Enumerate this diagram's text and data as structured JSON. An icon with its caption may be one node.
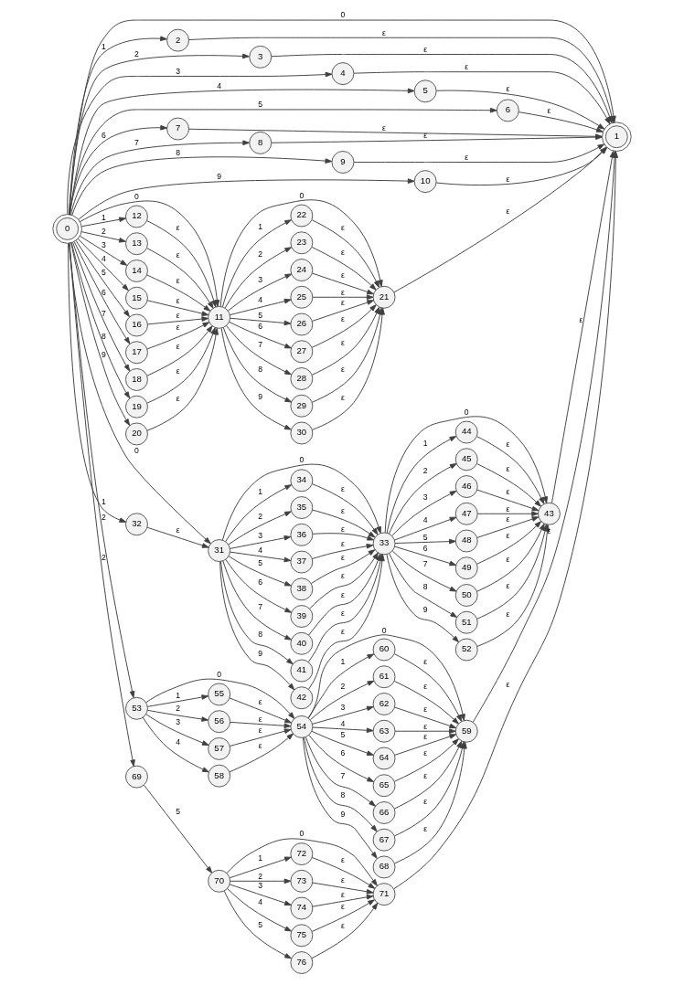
{
  "diagram": {
    "nodes": [
      {
        "text": [
          "0"
        ]
      },
      {
        "text": [
          "1"
        ]
      },
      {
        "text": [
          "2"
        ]
      },
      {
        "text": [
          "3"
        ]
      },
      {
        "text": [
          "4"
        ]
      },
      {
        "text": [
          "5"
        ]
      },
      {
        "text": [
          "6"
        ]
      },
      {
        "text": [
          "7"
        ]
      },
      {
        "text": [
          "8"
        ]
      },
      {
        "text": [
          "9"
        ]
      },
      {
        "text": [
          "10"
        ]
      },
      {
        "text": [
          "11"
        ]
      },
      {
        "text": [
          "12"
        ]
      },
      {
        "text": [
          "13"
        ]
      },
      {
        "text": [
          "14"
        ]
      },
      {
        "text": [
          "15"
        ]
      },
      {
        "text": [
          "16"
        ]
      },
      {
        "text": [
          "17"
        ]
      },
      {
        "text": [
          "18"
        ]
      },
      {
        "text": [
          "19"
        ]
      },
      {
        "text": [
          "20"
        ]
      },
      {
        "text": [
          "21"
        ]
      },
      {
        "text": [
          "22"
        ]
      },
      {
        "text": [
          "23"
        ]
      },
      {
        "text": [
          "24"
        ]
      },
      {
        "text": [
          "25"
        ]
      },
      {
        "text": [
          "26"
        ]
      },
      {
        "text": [
          "27"
        ]
      },
      {
        "text": [
          "28"
        ]
      },
      {
        "text": [
          "29"
        ]
      },
      {
        "text": [
          "30"
        ]
      },
      {
        "text": [
          "31"
        ]
      },
      {
        "text": [
          "32"
        ]
      },
      {
        "text": [
          "33"
        ]
      },
      {
        "text": [
          "34"
        ]
      },
      {
        "text": [
          "35"
        ]
      },
      {
        "text": [
          "36"
        ]
      },
      {
        "text": [
          "37"
        ]
      },
      {
        "text": [
          "38"
        ]
      },
      {
        "text": [
          "39"
        ]
      },
      {
        "text": [
          "40"
        ]
      },
      {
        "text": [
          "41"
        ]
      },
      {
        "text": [
          "42"
        ]
      },
      {
        "text": [
          "43"
        ]
      },
      {
        "text": [
          "44"
        ]
      },
      {
        "text": [
          "45"
        ]
      },
      {
        "text": [
          "46"
        ]
      },
      {
        "text": [
          "47"
        ]
      },
      {
        "text": [
          "48"
        ]
      },
      {
        "text": [
          "49"
        ]
      },
      {
        "text": [
          "50"
        ]
      },
      {
        "text": [
          "51"
        ]
      },
      {
        "text": [
          "52"
        ]
      },
      {
        "text": [
          "53"
        ]
      },
      {
        "text": [
          "54"
        ]
      },
      {
        "text": [
          "55"
        ]
      },
      {
        "text": [
          "56"
        ]
      },
      {
        "text": [
          "57"
        ]
      },
      {
        "text": [
          "58"
        ]
      },
      {
        "text": [
          "59"
        ]
      },
      {
        "text": [
          "60"
        ]
      },
      {
        "text": [
          "61"
        ]
      },
      {
        "text": [
          "62"
        ]
      },
      {
        "text": [
          "63"
        ]
      },
      {
        "text": [
          "64"
        ]
      },
      {
        "text": [
          "65"
        ]
      },
      {
        "text": [
          "66"
        ]
      },
      {
        "text": [
          "67"
        ]
      },
      {
        "text": [
          "68"
        ]
      },
      {
        "text": [
          "69"
        ]
      },
      {
        "text": [
          "70"
        ]
      },
      {
        "text": [
          "71"
        ]
      },
      {
        "text": [
          "72"
        ]
      },
      {
        "text": [
          "73"
        ]
      },
      {
        "text": [
          "74"
        ]
      },
      {
        "text": [
          "75"
        ]
      },
      {
        "text": [
          "76"
        ]
      }
    ],
    "edges": [
      {
        "from": 0,
        "to": 1,
        "arrow": "to",
        "label": "0"
      },
      {
        "from": 0,
        "to": 2,
        "arrow": "to",
        "label": "1"
      },
      {
        "from": 0,
        "to": 3,
        "arrow": "to",
        "label": "2"
      },
      {
        "from": 0,
        "to": 4,
        "arrow": "to",
        "label": "3"
      },
      {
        "from": 0,
        "to": 5,
        "arrow": "to",
        "label": "4"
      },
      {
        "from": 0,
        "to": 6,
        "arrow": "to",
        "label": "5"
      },
      {
        "from": 0,
        "to": 7,
        "arrow": "to",
        "label": "6"
      },
      {
        "from": 0,
        "to": 8,
        "arrow": "to",
        "label": "7"
      },
      {
        "from": 0,
        "to": 9,
        "arrow": "to",
        "label": "8"
      },
      {
        "from": 0,
        "to": 10,
        "arrow": "to",
        "label": "9"
      },
      {
        "from": 2,
        "to": 1,
        "arrow": "to",
        "label": "ε"
      },
      {
        "from": 3,
        "to": 1,
        "arrow": "to",
        "label": "ε"
      },
      {
        "from": 4,
        "to": 1,
        "arrow": "to",
        "label": "ε"
      },
      {
        "from": 5,
        "to": 1,
        "arrow": "to",
        "label": "ε"
      },
      {
        "from": 6,
        "to": 1,
        "arrow": "to",
        "label": "ε"
      },
      {
        "from": 7,
        "to": 1,
        "arrow": "to",
        "label": "ε"
      },
      {
        "from": 8,
        "to": 1,
        "arrow": "to",
        "label": "ε"
      },
      {
        "from": 9,
        "to": 1,
        "arrow": "to",
        "label": "ε"
      },
      {
        "from": 10,
        "to": 1,
        "arrow": "to",
        "label": "ε"
      },
      {
        "from": 0,
        "to": 11,
        "arrow": "to",
        "label": "0"
      },
      {
        "from": 0,
        "to": 12,
        "arrow": "to",
        "label": "1"
      },
      {
        "from": 0,
        "to": 13,
        "arrow": "to",
        "label": "2"
      },
      {
        "from": 0,
        "to": 14,
        "arrow": "to",
        "label": "3"
      },
      {
        "from": 0,
        "to": 15,
        "arrow": "to",
        "label": "4"
      },
      {
        "from": 0,
        "to": 16,
        "arrow": "to",
        "label": "5"
      },
      {
        "from": 0,
        "to": 17,
        "arrow": "to",
        "label": "6"
      },
      {
        "from": 0,
        "to": 18,
        "arrow": "to",
        "label": "7"
      },
      {
        "from": 0,
        "to": 19,
        "arrow": "to",
        "label": "8"
      },
      {
        "from": 0,
        "to": 20,
        "arrow": "to",
        "label": "9"
      },
      {
        "from": 12,
        "to": 11,
        "arrow": "to",
        "label": "ε"
      },
      {
        "from": 13,
        "to": 11,
        "arrow": "to",
        "label": "ε"
      },
      {
        "from": 14,
        "to": 11,
        "arrow": "to",
        "label": "ε"
      },
      {
        "from": 15,
        "to": 11,
        "arrow": "to",
        "label": "ε"
      },
      {
        "from": 16,
        "to": 11,
        "arrow": "to",
        "label": "ε"
      },
      {
        "from": 17,
        "to": 11,
        "arrow": "to",
        "label": "ε"
      },
      {
        "from": 18,
        "to": 11,
        "arrow": "to",
        "label": "ε"
      },
      {
        "from": 19,
        "to": 11,
        "arrow": "to",
        "label": "ε"
      },
      {
        "from": 20,
        "to": 11,
        "arrow": "to",
        "label": "ε"
      },
      {
        "from": 11,
        "to": 21,
        "arrow": "to",
        "label": "0"
      },
      {
        "from": 11,
        "to": 22,
        "arrow": "to",
        "label": "1"
      },
      {
        "from": 11,
        "to": 23,
        "arrow": "to",
        "label": "2"
      },
      {
        "from": 11,
        "to": 24,
        "arrow": "to",
        "label": "3"
      },
      {
        "from": 11,
        "to": 25,
        "arrow": "to",
        "label": "4"
      },
      {
        "from": 11,
        "to": 26,
        "arrow": "to",
        "label": "5"
      },
      {
        "from": 11,
        "to": 27,
        "arrow": "to",
        "label": "6"
      },
      {
        "from": 11,
        "to": 28,
        "arrow": "to",
        "label": "7"
      },
      {
        "from": 11,
        "to": 29,
        "arrow": "to",
        "label": "8"
      },
      {
        "from": 11,
        "to": 30,
        "arrow": "to",
        "label": "9"
      },
      {
        "from": 22,
        "to": 21,
        "arrow": "to",
        "label": "ε"
      },
      {
        "from": 23,
        "to": 21,
        "arrow": "to",
        "label": "ε"
      },
      {
        "from": 24,
        "to": 21,
        "arrow": "to",
        "label": "ε"
      },
      {
        "from": 25,
        "to": 21,
        "arrow": "to",
        "label": "ε"
      },
      {
        "from": 26,
        "to": 21,
        "arrow": "to",
        "label": "ε"
      },
      {
        "from": 27,
        "to": 21,
        "arrow": "to",
        "label": "ε"
      },
      {
        "from": 28,
        "to": 21,
        "arrow": "to",
        "label": "ε"
      },
      {
        "from": 29,
        "to": 21,
        "arrow": "to",
        "label": "ε"
      },
      {
        "from": 30,
        "to": 21,
        "arrow": "to",
        "label": "ε"
      },
      {
        "from": 21,
        "to": 1,
        "arrow": "to",
        "label": "ε"
      },
      {
        "from": 0,
        "to": 31,
        "arrow": "to",
        "label": "0"
      },
      {
        "from": 0,
        "to": 32,
        "arrow": "to",
        "label": "1"
      },
      {
        "from": 32,
        "to": 31,
        "arrow": "to",
        "label": "ε"
      },
      {
        "from": 31,
        "to": 33,
        "arrow": "to",
        "label": "0"
      },
      {
        "from": 31,
        "to": 34,
        "arrow": "to",
        "label": "1"
      },
      {
        "from": 31,
        "to": 35,
        "arrow": "to",
        "label": "2"
      },
      {
        "from": 31,
        "to": 36,
        "arrow": "to",
        "label": "3"
      },
      {
        "from": 31,
        "to": 37,
        "arrow": "to",
        "label": "4"
      },
      {
        "from": 31,
        "to": 38,
        "arrow": "to",
        "label": "5"
      },
      {
        "from": 31,
        "to": 39,
        "arrow": "to",
        "label": "6"
      },
      {
        "from": 31,
        "to": 40,
        "arrow": "to",
        "label": "7"
      },
      {
        "from": 31,
        "to": 41,
        "arrow": "to",
        "label": "8"
      },
      {
        "from": 31,
        "to": 42,
        "arrow": "to",
        "label": "9"
      },
      {
        "from": 34,
        "to": 33,
        "arrow": "to",
        "label": "ε"
      },
      {
        "from": 35,
        "to": 33,
        "arrow": "to",
        "label": "ε"
      },
      {
        "from": 36,
        "to": 33,
        "arrow": "to",
        "label": "ε"
      },
      {
        "from": 37,
        "to": 33,
        "arrow": "to",
        "label": "ε"
      },
      {
        "from": 38,
        "to": 33,
        "arrow": "to",
        "label": "ε"
      },
      {
        "from": 39,
        "to": 33,
        "arrow": "to",
        "label": "ε"
      },
      {
        "from": 40,
        "to": 33,
        "arrow": "to",
        "label": "ε"
      },
      {
        "from": 41,
        "to": 33,
        "arrow": "to",
        "label": "ε"
      },
      {
        "from": 42,
        "to": 33,
        "arrow": "to",
        "label": "ε"
      },
      {
        "from": 33,
        "to": 43,
        "arrow": "to",
        "label": "0"
      },
      {
        "from": 33,
        "to": 44,
        "arrow": "to",
        "label": "1"
      },
      {
        "from": 33,
        "to": 45,
        "arrow": "to",
        "label": "2"
      },
      {
        "from": 33,
        "to": 46,
        "arrow": "to",
        "label": "3"
      },
      {
        "from": 33,
        "to": 47,
        "arrow": "to",
        "label": "4"
      },
      {
        "from": 33,
        "to": 48,
        "arrow": "to",
        "label": "5"
      },
      {
        "from": 33,
        "to": 49,
        "arrow": "to",
        "label": "6"
      },
      {
        "from": 33,
        "to": 50,
        "arrow": "to",
        "label": "7"
      },
      {
        "from": 33,
        "to": 51,
        "arrow": "to",
        "label": "8"
      },
      {
        "from": 33,
        "to": 52,
        "arrow": "to",
        "label": "9"
      },
      {
        "from": 44,
        "to": 43,
        "arrow": "to",
        "label": "ε"
      },
      {
        "from": 45,
        "to": 43,
        "arrow": "to",
        "label": "ε"
      },
      {
        "from": 46,
        "to": 43,
        "arrow": "to",
        "label": "ε"
      },
      {
        "from": 47,
        "to": 43,
        "arrow": "to",
        "label": "ε"
      },
      {
        "from": 48,
        "to": 43,
        "arrow": "to",
        "label": "ε"
      },
      {
        "from": 49,
        "to": 43,
        "arrow": "to",
        "label": "ε"
      },
      {
        "from": 50,
        "to": 43,
        "arrow": "to",
        "label": "ε"
      },
      {
        "from": 51,
        "to": 43,
        "arrow": "to",
        "label": "ε"
      },
      {
        "from": 52,
        "to": 43,
        "arrow": "to",
        "label": "ε"
      },
      {
        "from": 43,
        "to": 1,
        "arrow": "to",
        "label": "ε"
      },
      {
        "from": 0,
        "to": 53,
        "arrow": "to",
        "label": "2"
      },
      {
        "from": 53,
        "to": 54,
        "arrow": "to",
        "label": "0"
      },
      {
        "from": 53,
        "to": 55,
        "arrow": "to",
        "label": "1"
      },
      {
        "from": 53,
        "to": 56,
        "arrow": "to",
        "label": "2"
      },
      {
        "from": 53,
        "to": 57,
        "arrow": "to",
        "label": "3"
      },
      {
        "from": 53,
        "to": 58,
        "arrow": "to",
        "label": "4"
      },
      {
        "from": 55,
        "to": 54,
        "arrow": "to",
        "label": "ε"
      },
      {
        "from": 56,
        "to": 54,
        "arrow": "to",
        "label": "ε"
      },
      {
        "from": 57,
        "to": 54,
        "arrow": "to",
        "label": "ε"
      },
      {
        "from": 58,
        "to": 54,
        "arrow": "to",
        "label": "ε"
      },
      {
        "from": 54,
        "to": 59,
        "arrow": "to",
        "label": "0"
      },
      {
        "from": 54,
        "to": 60,
        "arrow": "to",
        "label": "1"
      },
      {
        "from": 54,
        "to": 61,
        "arrow": "to",
        "label": "2"
      },
      {
        "from": 54,
        "to": 62,
        "arrow": "to",
        "label": "3"
      },
      {
        "from": 54,
        "to": 63,
        "arrow": "to",
        "label": "4"
      },
      {
        "from": 54,
        "to": 64,
        "arrow": "to",
        "label": "5"
      },
      {
        "from": 54,
        "to": 65,
        "arrow": "to",
        "label": "6"
      },
      {
        "from": 54,
        "to": 66,
        "arrow": "to",
        "label": "7"
      },
      {
        "from": 54,
        "to": 67,
        "arrow": "to",
        "label": "8"
      },
      {
        "from": 54,
        "to": 68,
        "arrow": "to",
        "label": "9"
      },
      {
        "from": 60,
        "to": 59,
        "arrow": "to",
        "label": "ε"
      },
      {
        "from": 61,
        "to": 59,
        "arrow": "to",
        "label": "ε"
      },
      {
        "from": 62,
        "to": 59,
        "arrow": "to",
        "label": "ε"
      },
      {
        "from": 63,
        "to": 59,
        "arrow": "to",
        "label": "ε"
      },
      {
        "from": 64,
        "to": 59,
        "arrow": "to",
        "label": "ε"
      },
      {
        "from": 65,
        "to": 59,
        "arrow": "to",
        "label": "ε"
      },
      {
        "from": 66,
        "to": 59,
        "arrow": "to",
        "label": "ε"
      },
      {
        "from": 67,
        "to": 59,
        "arrow": "to",
        "label": "ε"
      },
      {
        "from": 68,
        "to": 59,
        "arrow": "to",
        "label": "ε"
      },
      {
        "from": 59,
        "to": 1,
        "arrow": "to",
        "label": "ε"
      },
      {
        "from": 0,
        "to": 69,
        "arrow": "to",
        "label": "2"
      },
      {
        "from": 69,
        "to": 70,
        "arrow": "to",
        "label": "5"
      },
      {
        "from": 70,
        "to": 71,
        "arrow": "to",
        "label": "0"
      },
      {
        "from": 70,
        "to": 72,
        "arrow": "to",
        "label": "1"
      },
      {
        "from": 70,
        "to": 73,
        "arrow": "to",
        "label": "2"
      },
      {
        "from": 70,
        "to": 74,
        "arrow": "to",
        "label": "3"
      },
      {
        "from": 70,
        "to": 75,
        "arrow": "to",
        "label": "4"
      },
      {
        "from": 70,
        "to": 76,
        "arrow": "to",
        "label": "5"
      },
      {
        "from": 72,
        "to": 71,
        "arrow": "to",
        "label": "ε"
      },
      {
        "from": 73,
        "to": 71,
        "arrow": "to",
        "label": "ε"
      },
      {
        "from": 74,
        "to": 71,
        "arrow": "to",
        "label": "ε"
      },
      {
        "from": 75,
        "to": 71,
        "arrow": "to",
        "label": "ε"
      },
      {
        "from": 76,
        "to": 71,
        "arrow": "to",
        "label": "ε"
      },
      {
        "from": 71,
        "to": 1,
        "arrow": "to",
        "label": "ε"
      }
    ]
  }
}
